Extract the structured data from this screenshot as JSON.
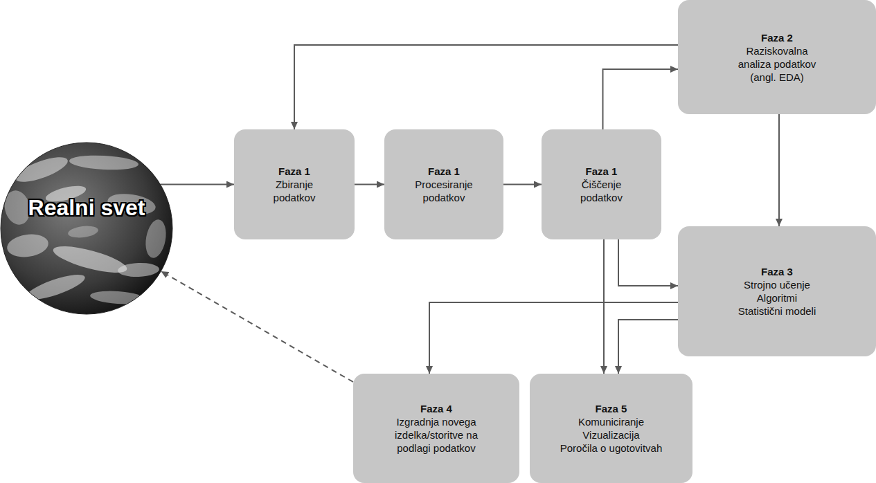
{
  "diagram": {
    "nodes": [
      {
        "text": [
          "Realni svet"
        ]
      },
      {
        "text": [
          "Faza 1",
          "Zbiranje podatkov"
        ]
      },
      {
        "text": [
          "Faza 1",
          "Procesiranje podatkov"
        ]
      },
      {
        "text": [
          "Faza 1",
          "Čiščenje podatkov"
        ]
      },
      {
        "text": [
          "Faza 2",
          "Raziskovalna analiza podatkov (angl. EDA)"
        ]
      },
      {
        "text": [
          "Faza 3",
          "Strojno učenje",
          "Algoritmi",
          "Statistični modeli"
        ]
      },
      {
        "text": [
          "Faza 4",
          "Izgradnja novega izdelka/storitve na podlagi podatkov"
        ]
      },
      {
        "text": [
          "Faza 5",
          "Komuniciranje",
          "Vizualizacija",
          "Poročila o ugotovitvah"
        ]
      }
    ],
    "edges": [
      {
        "from": 0,
        "to": 1,
        "arrow": "to"
      },
      {
        "from": 1,
        "to": 2,
        "arrow": "to"
      },
      {
        "from": 2,
        "to": 3,
        "arrow": "to"
      },
      {
        "from": 3,
        "to": 4,
        "arrow": "to"
      },
      {
        "from": 4,
        "to": 1,
        "arrow": "to"
      },
      {
        "from": 4,
        "to": 5,
        "arrow": "to"
      },
      {
        "from": 3,
        "to": 5,
        "arrow": "to"
      },
      {
        "from": 3,
        "to": 7,
        "arrow": "to"
      },
      {
        "from": 5,
        "to": 6,
        "arrow": "to"
      },
      {
        "from": 5,
        "to": 7,
        "arrow": "to"
      },
      {
        "from": 6,
        "to": 0,
        "arrow": "to"
      }
    ]
  }
}
